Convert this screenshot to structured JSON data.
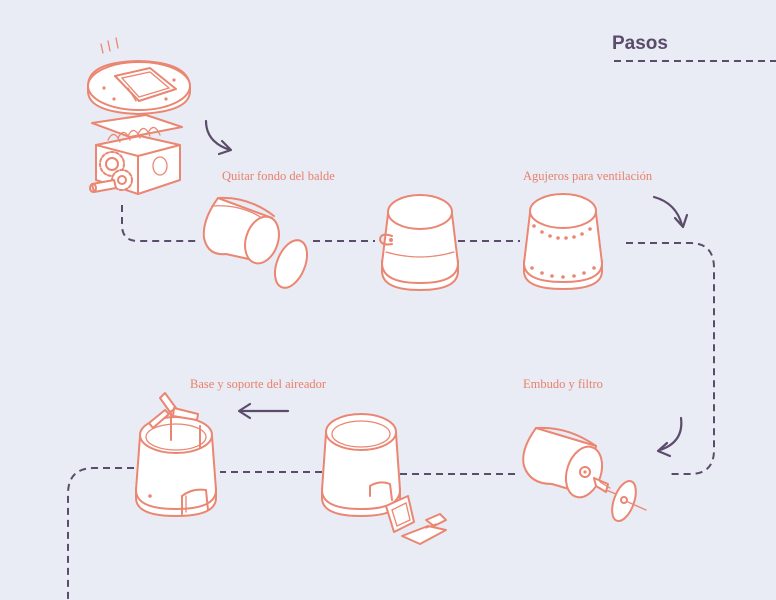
{
  "header": {
    "title": "Pasos"
  },
  "steps": [
    {
      "label": "Quitar fondo del balde"
    },
    {
      "label": "Agujeros para ventilación"
    },
    {
      "label": "Embudo y filtro"
    },
    {
      "label": "Base y soporte del aireador"
    }
  ],
  "icons": [
    "shredder-icon",
    "bucket-icon",
    "arrow-icon"
  ],
  "colors": {
    "background": "#e9ecf5",
    "illustration": "#ea8672",
    "path": "#5b4c6b"
  }
}
